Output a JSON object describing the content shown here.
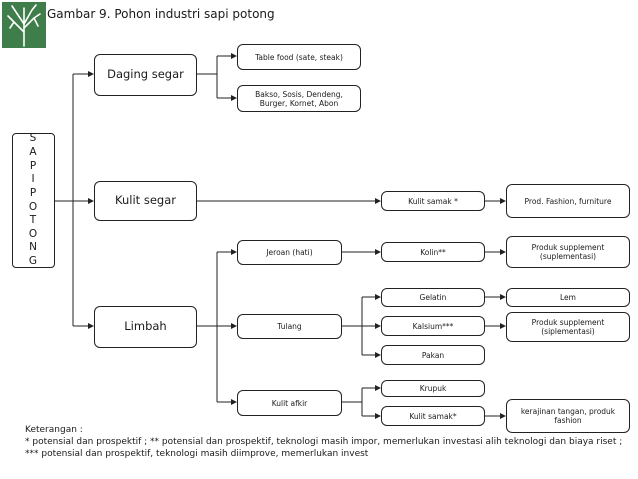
{
  "title": "Gambar 9. Pohon industri sapi potong",
  "root": [
    "S",
    "A",
    "P",
    "I",
    "",
    "P",
    "O",
    "T",
    "O",
    "N",
    "G"
  ],
  "level1": {
    "daging": "Daging segar",
    "kulit": "Kulit segar",
    "limbah": "Limbah"
  },
  "level2": {
    "table_food": "Table food (sate, steak)",
    "bakso": "Bakso, Sosis, Dendeng, Burger, Kornet, Abon",
    "kulit_samak": "Kulit samak *",
    "jeroan": "Jeroan (hati)",
    "tulang": "Tulang",
    "kulit_afkir": "Kulit afkir"
  },
  "level3": {
    "kolin": "Kolin**",
    "gelatin": "Gelatin",
    "kalsium": "Kalsium***",
    "pakan": "Pakan",
    "krupuk": "Krupuk",
    "kulit_samak2": "Kulit samak*"
  },
  "level4": {
    "fashion": "Prod. Fashion, furniture",
    "suplemen1": "Produk supplement (suplementasi)",
    "lem": "Lem",
    "suplemen2": "Produk supplement (siplementasi)",
    "kerajinan": "kerajinan tangan, produk fashion"
  },
  "note": {
    "heading": "Keterangan :",
    "text": "* potensial dan prospektif ; ** potensial dan prospektif, teknologi masih impor, memerlukan investasi alih teknologi dan biaya riset ; *** potensial dan prospektif, teknologi masih diimprove, memerlukan invest"
  }
}
